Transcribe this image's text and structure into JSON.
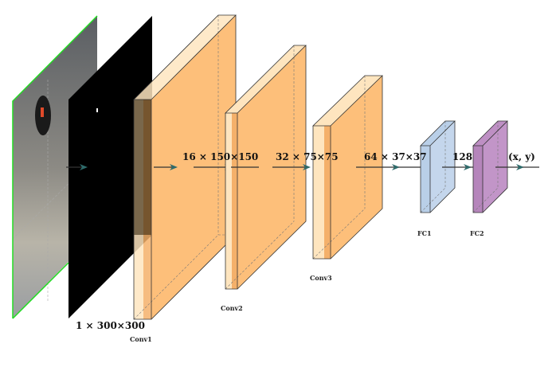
{
  "diagram": {
    "input_label": "1 × 300×300",
    "layers": [
      {
        "name": "Conv1",
        "dims": "16 × 150×150",
        "color": "#fdbf7a"
      },
      {
        "name": "Conv2",
        "dims": "32 × 75×75",
        "color": "#fdbf7a"
      },
      {
        "name": "Conv3",
        "dims": "64 × 37×37",
        "color": "#fdbf7a"
      },
      {
        "name": "FC1",
        "dims": "128",
        "color": "#b9cfe8"
      },
      {
        "name": "FC2",
        "dims": "(x, y)",
        "color": "#be8fc4"
      }
    ],
    "arrow_color": "#2e6b6b",
    "input_border_color": "#22dd22"
  }
}
